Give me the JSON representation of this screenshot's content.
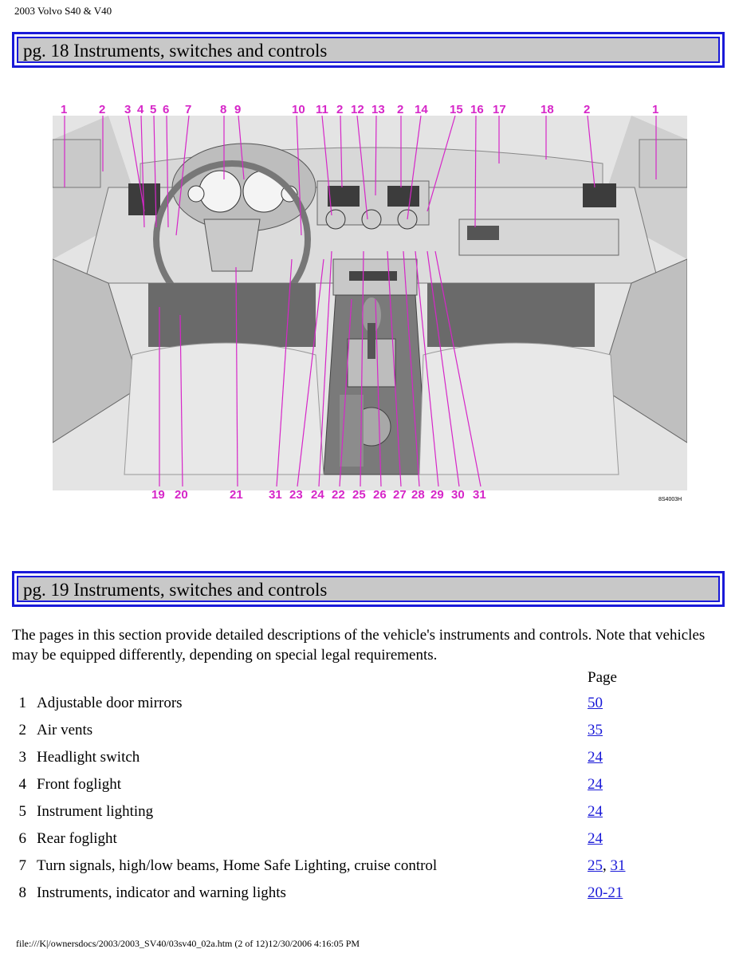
{
  "header": {
    "doc_title": "2003 Volvo S40 & V40"
  },
  "section1": {
    "title": "pg. 18 Instruments, switches and controls"
  },
  "figure": {
    "top_callouts": [
      "1",
      "2",
      "3",
      "4",
      "5",
      "6",
      "7",
      "8",
      "9",
      "10",
      "11",
      "2",
      "12",
      "13",
      "2",
      "14",
      "15",
      "16",
      "17",
      "18",
      "2",
      "1"
    ],
    "bottom_callouts": [
      "19",
      "20",
      "21",
      "31",
      "23",
      "24",
      "22",
      "25",
      "26",
      "27",
      "28",
      "29",
      "30",
      "31"
    ],
    "code": "8S4003H",
    "colors": {
      "callout": "#d626c8",
      "interior": "#e6e6e6",
      "dark": "#3c3c3c"
    }
  },
  "section2": {
    "title": "pg. 19 Instruments, switches and controls"
  },
  "intro": "The pages in this section provide detailed descriptions of the vehicle's instruments and controls. Note that vehicles may be equipped differently, depending on special legal requirements.",
  "page_header": "Page",
  "items": [
    {
      "num": "1",
      "label": "Adjustable door mirrors",
      "page": "50"
    },
    {
      "num": "2",
      "label": "Air vents",
      "page": "35"
    },
    {
      "num": "3",
      "label": "Headlight switch",
      "page": "24"
    },
    {
      "num": "4",
      "label": "Front foglight",
      "page": "24"
    },
    {
      "num": "5",
      "label": "Instrument lighting",
      "page": "24"
    },
    {
      "num": "6",
      "label": "Rear foglight",
      "page": "24"
    },
    {
      "num": "7",
      "label": "Turn signals, high/low beams, Home Safe Lighting, cruise control",
      "page": "25",
      "page_sep": ", ",
      "page2": "31"
    },
    {
      "num": "8",
      "label": "Instruments, indicator and warning lights",
      "page": "20-21"
    }
  ],
  "footer": "file:///K|/ownersdocs/2003/2003_SV40/03sv40_02a.htm (2 of 12)12/30/2006 4:16:05 PM"
}
